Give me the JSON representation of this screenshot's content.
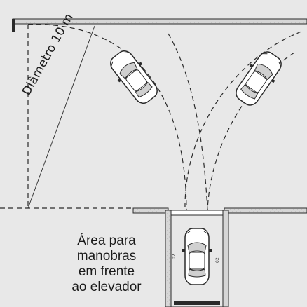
{
  "diameter_label": "Diâmetro 10 m",
  "area_label_lines": [
    "Área para",
    "manobras",
    "em frente",
    "ao elevador"
  ],
  "colors": {
    "background": "#e8e8e8",
    "wall": "#cfcfcf",
    "line": "#2a2a2a",
    "car_fill": "#ffffff",
    "car_window": "#d0d0d0"
  }
}
